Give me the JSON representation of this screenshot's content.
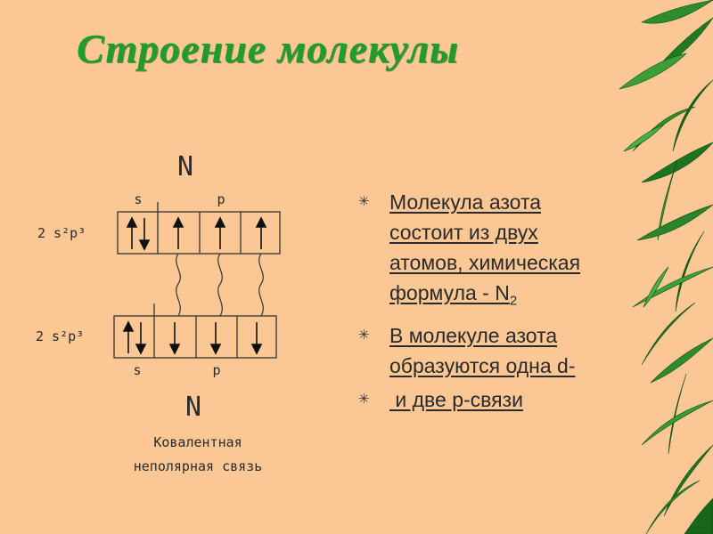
{
  "title": "Строение молекулы",
  "diagram": {
    "top_atom": "N",
    "bottom_atom": "N",
    "top_config": "2 s²p³",
    "bottom_config": "2 s²p³",
    "s_label_top": "s",
    "p_label_top": "p",
    "s_label_bottom": "s",
    "p_label_bottom": "p",
    "caption_line1": "Ковалентная",
    "caption_line2": "неполярная связь"
  },
  "bullets": [
    {
      "text": "Молекула азота состоит из двух атомов, химическая формула - N",
      "sub": "2",
      "icon": "star-bullet-icon"
    },
    {
      "text": "В молекуле азота образуются одна d-",
      "icon": "star-bullet-icon"
    },
    {
      "text": " и две р-связи",
      "icon": "star-bullet-icon"
    }
  ],
  "colors": {
    "background": "#fbc795",
    "title": "#1f9c2a"
  }
}
